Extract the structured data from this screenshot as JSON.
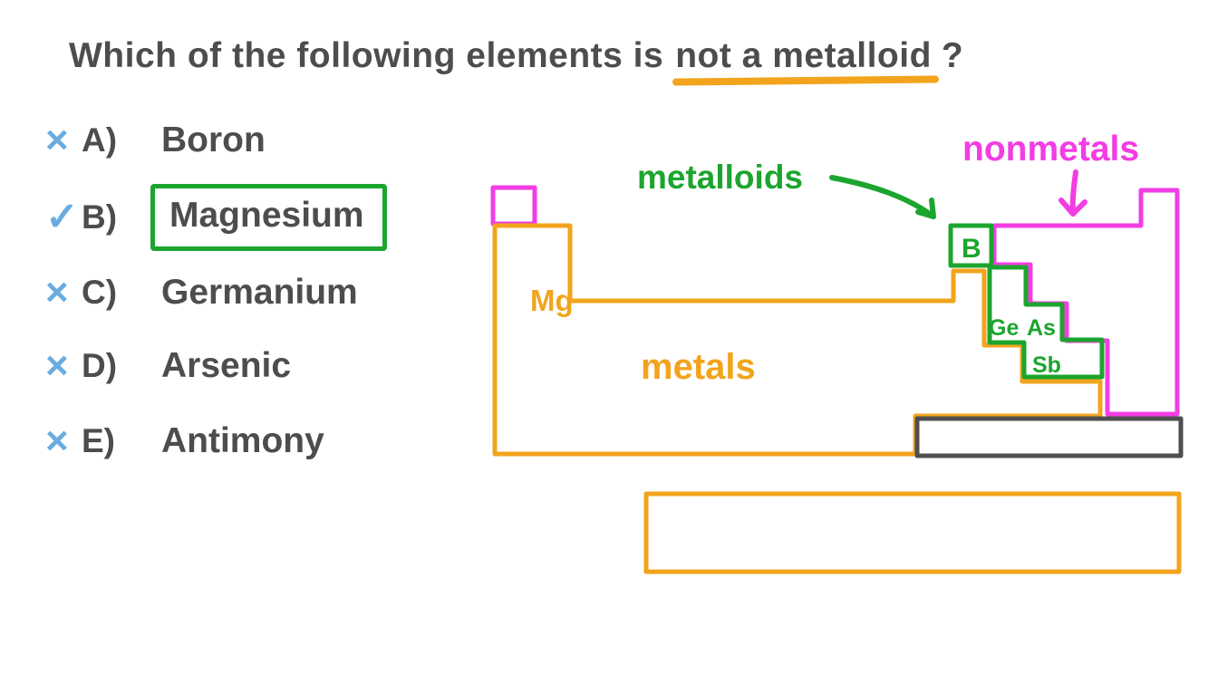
{
  "question": {
    "part1": "Which of the following elements is",
    "highlight": "not a metalloid",
    "suffix": "?"
  },
  "options": [
    {
      "mark": "×",
      "letter": "A)",
      "name": "Boron",
      "correct": false
    },
    {
      "mark": "✓",
      "letter": "B)",
      "name": "Magnesium",
      "correct": true
    },
    {
      "mark": "×",
      "letter": "C)",
      "name": "Germanium",
      "correct": false
    },
    {
      "mark": "×",
      "letter": "D)",
      "name": "Arsenic",
      "correct": false
    },
    {
      "mark": "×",
      "letter": "E)",
      "name": "Antimony",
      "correct": false
    }
  ],
  "diagram": {
    "labels": {
      "metalloids": "metalloids",
      "nonmetals": "nonmetals",
      "metals": "metals",
      "mg": "Mg",
      "b": "B",
      "ge": "Ge",
      "as": "As",
      "sb": "Sb"
    },
    "regions": [
      {
        "name": "metals",
        "color": "#f2a41d"
      },
      {
        "name": "metalloids",
        "color": "#1ca52e"
      },
      {
        "name": "nonmetals",
        "color": "#f23de4"
      }
    ]
  },
  "colors": {
    "orange": "#f2a41d",
    "magenta": "#f23de4",
    "green": "#1ca52e",
    "blue": "#6aace0",
    "ink": "#4d4d4d",
    "dark_gray": "#4f4f4f",
    "background": "#ffffff"
  }
}
